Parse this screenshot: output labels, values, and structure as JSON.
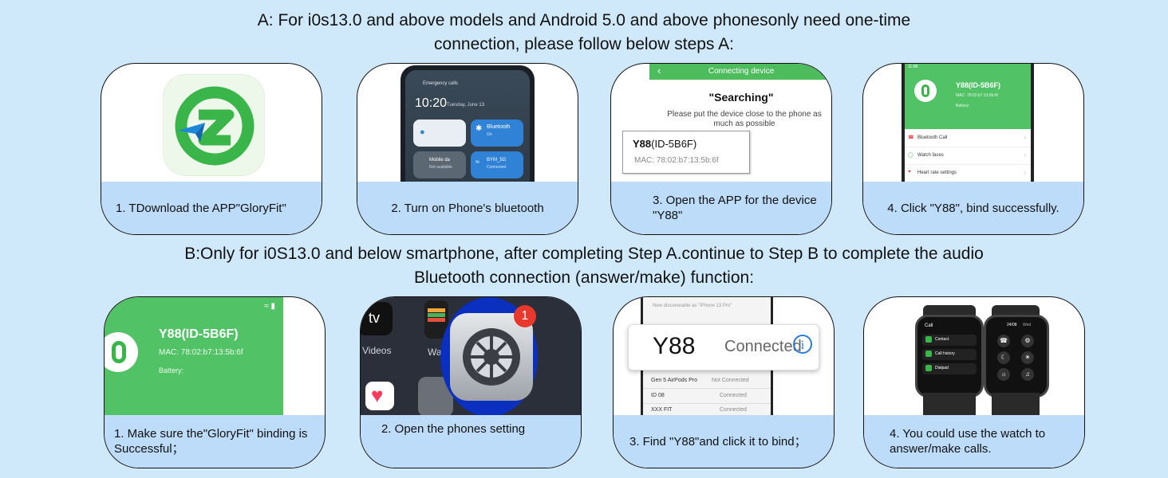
{
  "section_a": {
    "heading_line1": "A: For i0s13.0 and above models and Android 5.0 and above phonesonly need one-time",
    "heading_line2": "connection, please follow below steps A:",
    "steps": [
      {
        "caption": "1. TDownload the APP\"GloryFit\""
      },
      {
        "caption": "2. Turn on Phone's bluetooth",
        "screen": {
          "time": "10:20",
          "date": "Tuesday, June 13",
          "emergency": "Emergency calls",
          "bluetooth_label": "Bluetooth",
          "bluetooth_state": "On",
          "mobile_label": "Mobile da",
          "mobile_state": "Not available",
          "wifi_label": "BYM_5G",
          "wifi_state": "Connected"
        }
      },
      {
        "caption": "3. Open the APP for the device \"Y88\"",
        "screen": {
          "title": "Connecting device",
          "searching": "\"Searching\"",
          "hint": "Please put the device close to the phone as much as possible",
          "device_name": "Y88",
          "device_id": "(ID-5B6F)",
          "mac": "MAC: 78:02:b7:13:5b:6f"
        }
      },
      {
        "caption": "4. Click \"Y88\", bind successfully.",
        "screen": {
          "time": "11:08",
          "device": "Y88(ID-5B6F)",
          "mac": "MAC: 78:02:b7:13:5b:6f",
          "battery": "Battery:",
          "menu": [
            "Bluetooth Call",
            "Watch faces",
            "Heart rate settings"
          ]
        }
      }
    ]
  },
  "section_b": {
    "heading_line1": "B:Only for i0S13.0 and below smartphone, after completing Step A.continue to Step B to complete the audio",
    "heading_line2": "Bluetooth connection (answer/make) function:",
    "steps": [
      {
        "caption": "1. Make sure the\"GloryFit\" binding is Successful；",
        "screen": {
          "device": "Y88(ID-5B6F)",
          "mac": "MAC: 78:02:b7:13:5b:6f",
          "battery": "Battery:"
        }
      },
      {
        "caption": "2. Open the phones setting",
        "screen": {
          "tv_label": "tv",
          "videos_label": "Videos",
          "wallet_label": "Wa",
          "badge": "1"
        }
      },
      {
        "caption": "3. Find \"Y88\"and click it to bind；",
        "screen": {
          "name": "Y88",
          "status": "Connected",
          "top_text": "New discoverable as \"iPhone 13 Pro\"",
          "rows": [
            {
              "name": "Gen 5 AirPods Pro",
              "status": "Not Connected"
            },
            {
              "name": "ID 08",
              "status": "Connected"
            },
            {
              "name": "XXX FIT",
              "status": "Connected"
            }
          ]
        }
      },
      {
        "caption": "4. You could use the watch to answer/make calls.",
        "screen": {
          "call_title": "Call",
          "items": [
            "Contact",
            "Call history",
            "Dialpad"
          ],
          "date": "24/08",
          "day": "Wed"
        }
      }
    ]
  },
  "colors": {
    "background": "#cfe9fb",
    "caption_bg": "#bcdcfa",
    "brand_green": "#3ab54a"
  }
}
